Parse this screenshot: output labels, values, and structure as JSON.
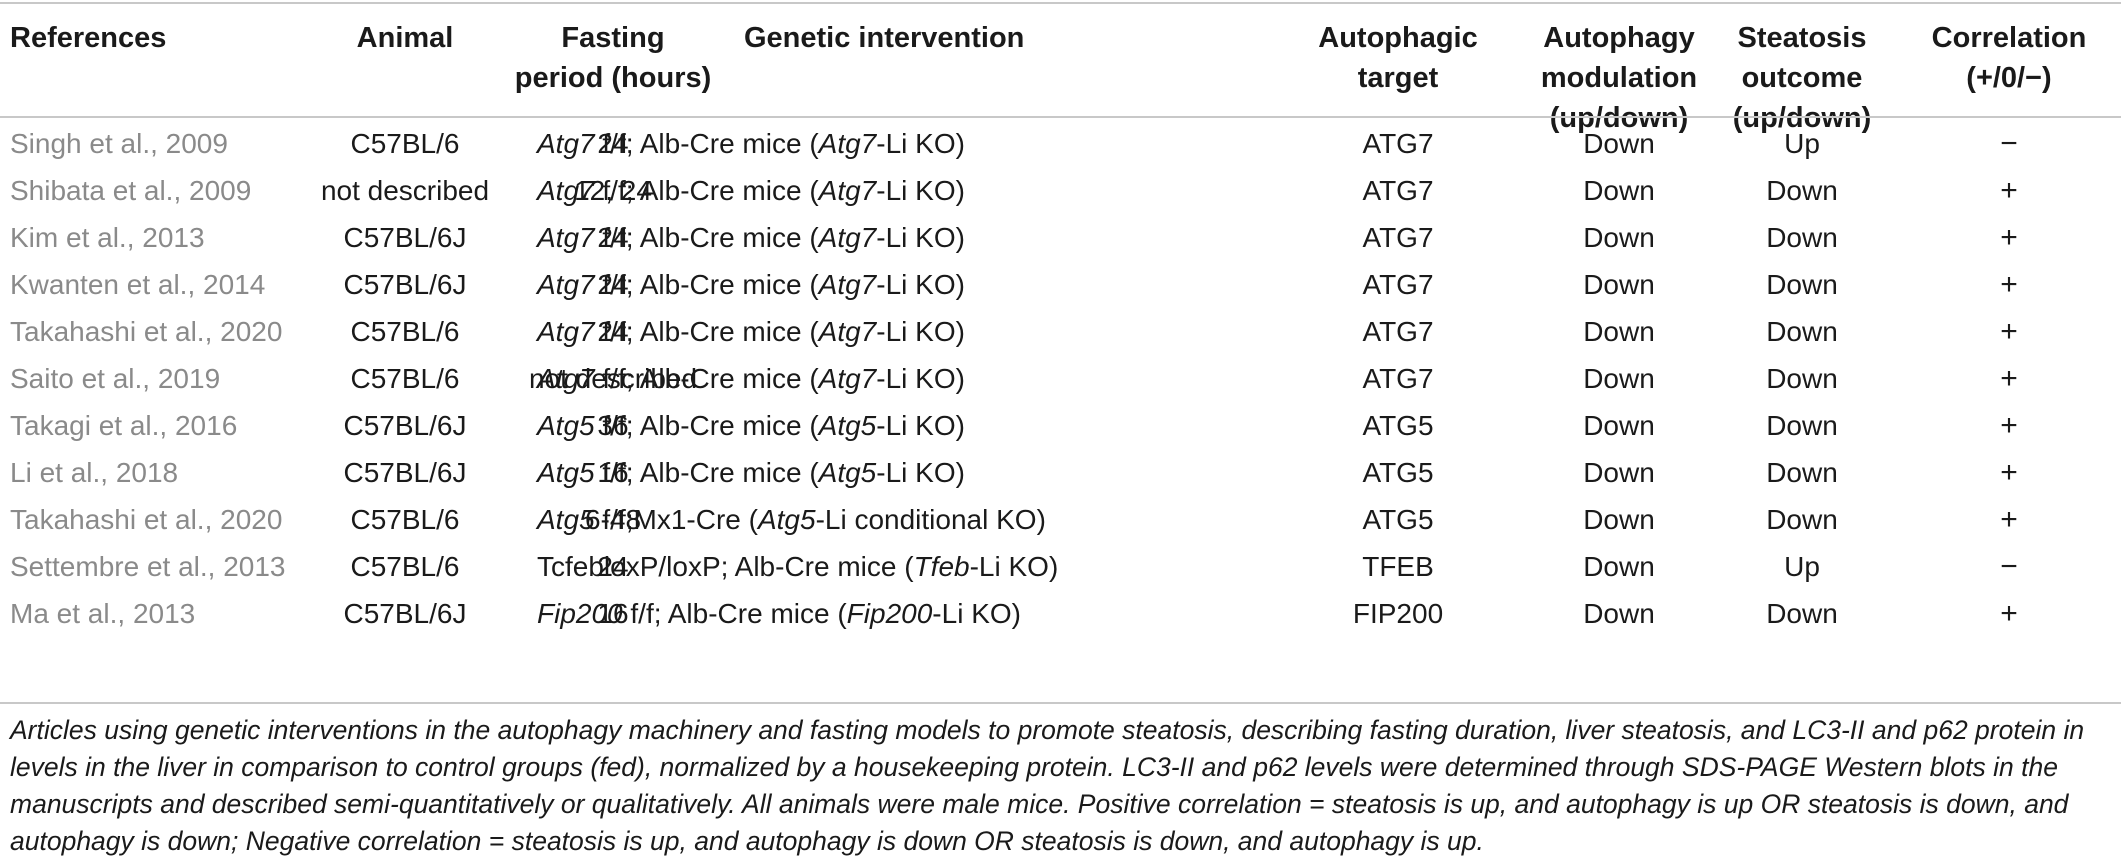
{
  "headers": [
    {
      "key": "references",
      "text": "References"
    },
    {
      "key": "animal",
      "text": "Animal"
    },
    {
      "key": "fasting",
      "text": "Fasting\nperiod (hours)"
    },
    {
      "key": "genetic",
      "text": "Genetic intervention"
    },
    {
      "key": "target",
      "text": "Autophagic\ntarget"
    },
    {
      "key": "modulation",
      "text": "Autophagy\nmodulation\n(up/down)"
    },
    {
      "key": "steatosis",
      "text": "Steatosis\noutcome\n(up/down)"
    },
    {
      "key": "correlation",
      "text": "Correlation\n(+/0/−)"
    }
  ],
  "rows": [
    {
      "reference": "Singh et al., 2009",
      "animal": "C57BL/6",
      "fasting": "24",
      "gene": "Atg7",
      "genetic_rest": " f/f; Alb-Cre mice (",
      "gene_ko": "Atg7",
      "genetic_end": "-Li KO)",
      "target": "ATG7",
      "modulation": "Down",
      "steatosis": "Up",
      "correlation": "−"
    },
    {
      "reference": "Shibata et al., 2009",
      "animal": "not described",
      "fasting": "12, 24",
      "gene": "Atg7",
      "genetic_rest": " f/f; Alb-Cre mice (",
      "gene_ko": "Atg7",
      "genetic_end": "-Li KO)",
      "target": "ATG7",
      "modulation": "Down",
      "steatosis": "Down",
      "correlation": "+"
    },
    {
      "reference": "Kim et al., 2013",
      "animal": "C57BL/6J",
      "fasting": "24",
      "gene": "Atg7",
      "genetic_rest": " f/f; Alb-Cre mice (",
      "gene_ko": "Atg7",
      "genetic_end": "-Li KO)",
      "target": "ATG7",
      "modulation": "Down",
      "steatosis": "Down",
      "correlation": "+"
    },
    {
      "reference": "Kwanten et al., 2014",
      "animal": "C57BL/6J",
      "fasting": "24",
      "gene": "Atg7",
      "genetic_rest": " f/f; Alb-Cre mice (",
      "gene_ko": "Atg7",
      "genetic_end": "-Li KO)",
      "target": "ATG7",
      "modulation": "Down",
      "steatosis": "Down",
      "correlation": "+"
    },
    {
      "reference": "Takahashi et al., 2020",
      "animal": "C57BL/6",
      "fasting": "24",
      "gene": "Atg7",
      "genetic_rest": " f/f; Alb-Cre mice (",
      "gene_ko": "Atg7",
      "genetic_end": "-Li KO)",
      "target": "ATG7",
      "modulation": "Down",
      "steatosis": "Down",
      "correlation": "+"
    },
    {
      "reference": "Saito et al., 2019",
      "animal": "C57BL/6",
      "fasting": "not described",
      "gene": "Atg7",
      "genetic_rest": " f/f; Alb-Cre mice (",
      "gene_ko": "Atg7",
      "genetic_end": "-Li KO)",
      "target": "ATG7",
      "modulation": "Down",
      "steatosis": "Down",
      "correlation": "+"
    },
    {
      "reference": "Takagi et al., 2016",
      "animal": "C57BL/6J",
      "fasting": "36",
      "gene": "Atg5",
      "genetic_rest": " f/f; Alb-Cre mice (",
      "gene_ko": "Atg5",
      "genetic_end": "-Li KO)",
      "target": "ATG5",
      "modulation": "Down",
      "steatosis": "Down",
      "correlation": "+"
    },
    {
      "reference": "Li et al., 2018",
      "animal": "C57BL/6J",
      "fasting": "16",
      "gene": "Atg5",
      "genetic_rest": " f/f; Alb-Cre mice (",
      "gene_ko": "Atg5",
      "genetic_end": "-Li KO)",
      "target": "ATG5",
      "modulation": "Down",
      "steatosis": "Down",
      "correlation": "+"
    },
    {
      "reference": "Takahashi et al., 2020",
      "animal": "C57BL/6",
      "fasting": "6-48",
      "gene": "Atg5",
      "genetic_rest": " f/f;Mx1-Cre (",
      "gene_ko": "Atg5",
      "genetic_end": "-Li conditional KO)",
      "target": "ATG5",
      "modulation": "Down",
      "steatosis": "Down",
      "correlation": "+"
    },
    {
      "reference": "Settembre et al., 2013",
      "animal": "C57BL/6",
      "fasting": "24",
      "gene": "",
      "genetic_rest": "TcfebloxP/loxP; Alb-Cre mice (",
      "gene_ko": "Tfeb",
      "genetic_end": "-Li KO)",
      "target": "TFEB",
      "modulation": "Down",
      "steatosis": "Up",
      "correlation": "−"
    },
    {
      "reference": "Ma et al., 2013",
      "animal": "C57BL/6J",
      "fasting": "16",
      "gene": "Fip200",
      "genetic_rest": " f/f; Alb-Cre mice (",
      "gene_ko": "Fip200",
      "genetic_end": "-Li KO)",
      "target": "FIP200",
      "modulation": "Down",
      "steatosis": "Down",
      "correlation": "+"
    }
  ],
  "footnote": "Articles using genetic interventions in the autophagy machinery and fasting models to promote steatosis, describing fasting duration, liver steatosis, and LC3-II and p62 protein in levels in the liver in comparison to control groups (fed), normalized by a housekeeping protein. LC3-II and p62 levels were determined through SDS-PAGE Western blots in the manuscripts and described semi-quantitatively or qualitatively. All animals were male mice. Positive correlation = steatosis is up, and autophagy is up OR steatosis is down, and autophagy is down; Negative correlation = steatosis is up, and autophagy is down OR steatosis is down, and autophagy is up."
}
